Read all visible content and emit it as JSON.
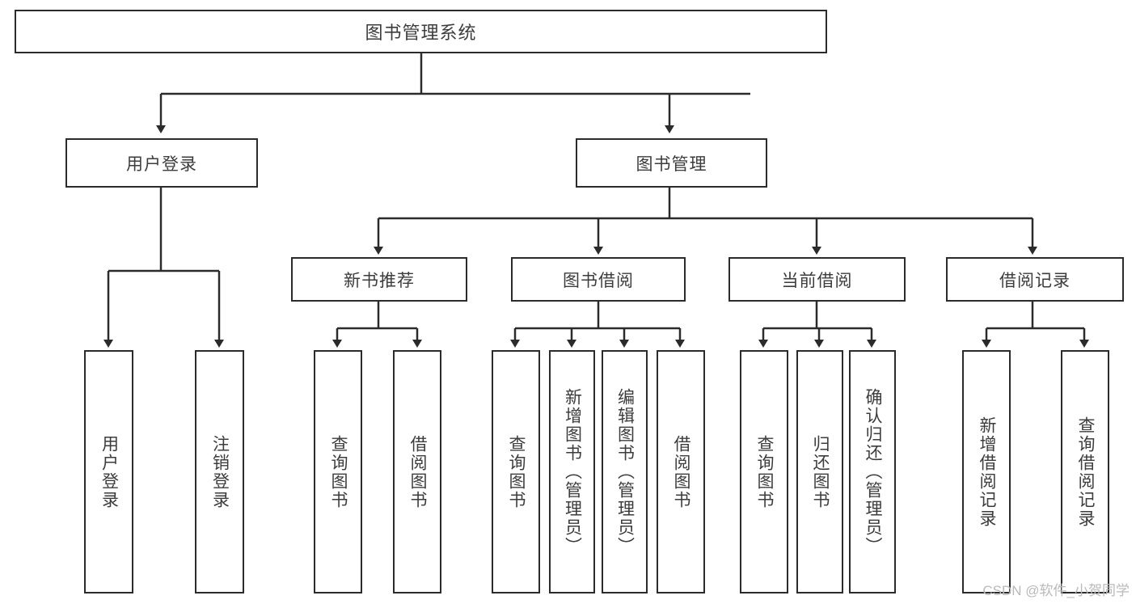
{
  "diagram": {
    "type": "tree-hierarchy",
    "title": "图书管理系统",
    "root": {
      "id": "root",
      "label": "图书管理系统"
    },
    "level2": [
      {
        "id": "user-login",
        "label": "用户登录"
      },
      {
        "id": "book-management",
        "label": "图书管理"
      }
    ],
    "level3": [
      {
        "id": "new-book-recommend",
        "label": "新书推荐",
        "parent": "book-management"
      },
      {
        "id": "book-borrow",
        "label": "图书借阅",
        "parent": "book-management"
      },
      {
        "id": "current-borrow",
        "label": "当前借阅",
        "parent": "book-management"
      },
      {
        "id": "borrow-record",
        "label": "借阅记录",
        "parent": "book-management"
      }
    ],
    "leaves": [
      {
        "id": "leaf-user-login",
        "label": "用户登录",
        "parent": "user-login"
      },
      {
        "id": "leaf-logout-login",
        "label": "注销登录",
        "parent": "user-login"
      },
      {
        "id": "leaf-query-book-1",
        "label": "查询图书",
        "parent": "new-book-recommend"
      },
      {
        "id": "leaf-borrow-book-1",
        "label": "借阅图书",
        "parent": "new-book-recommend"
      },
      {
        "id": "leaf-query-book-2",
        "label": "查询图书",
        "parent": "book-borrow"
      },
      {
        "id": "leaf-add-book",
        "label": "新增图书（管理员）",
        "parent": "book-borrow"
      },
      {
        "id": "leaf-edit-book",
        "label": "编辑图书（管理员）",
        "parent": "book-borrow"
      },
      {
        "id": "leaf-borrow-book-2",
        "label": "借阅图书",
        "parent": "book-borrow"
      },
      {
        "id": "leaf-query-book-3",
        "label": "查询图书",
        "parent": "current-borrow"
      },
      {
        "id": "leaf-return-book",
        "label": "归还图书",
        "parent": "current-borrow"
      },
      {
        "id": "leaf-confirm-return",
        "label": "确认归还（管理员）",
        "parent": "current-borrow"
      },
      {
        "id": "leaf-add-record",
        "label": "新增借阅记录",
        "parent": "borrow-record"
      },
      {
        "id": "leaf-query-record",
        "label": "查询借阅记录",
        "parent": "borrow-record"
      }
    ]
  },
  "watermark": {
    "text": "CSDN @软件_小贺同学"
  },
  "colors": {
    "background": "#ffffff",
    "stroke": "#2b2b2b",
    "text": "#3c3c3c",
    "watermark": "#b9b9b9"
  }
}
